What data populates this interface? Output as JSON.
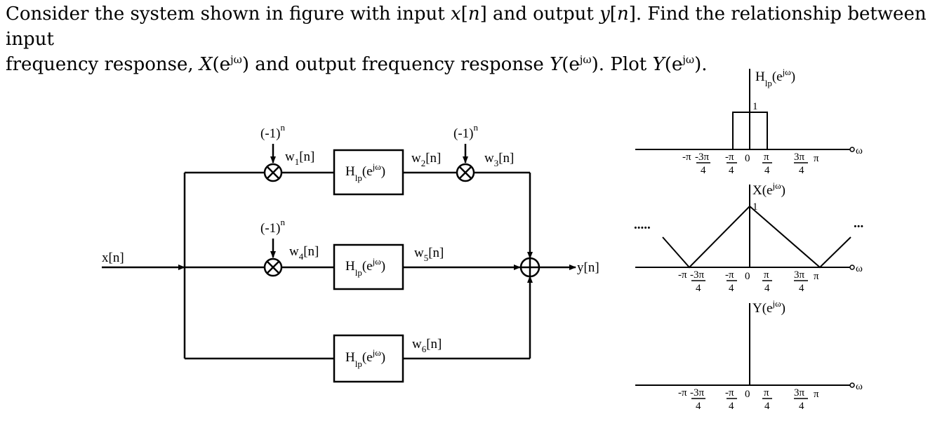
{
  "question": {
    "line1": [
      "Consider the system shown in figure with input ",
      "x",
      "[",
      "n",
      "] and output ",
      "y",
      "[",
      "n",
      "]. Find the relationship between input"
    ],
    "line2_a": "frequency response, ",
    "line2_X": "X",
    "line2_e": "(e",
    "line2_jw": "jω",
    "line2_b": ") and output frequency response ",
    "line2_Y": "Y",
    "line2_c": "). Plot ",
    "line2_d": ")."
  },
  "diagram": {
    "input_label": "x[n]",
    "output_label": "y[n]",
    "modulator": {
      "base": "(-1)",
      "exp": "n"
    },
    "filter": {
      "H": "H",
      "sub": "lp",
      "arg": "(e",
      "sup": "jω",
      "close": ")"
    },
    "signals": {
      "w1": {
        "w": "w",
        "sub": "1",
        "rest": "[n]"
      },
      "w2": {
        "w": "w",
        "sub": "2",
        "rest": "[n]"
      },
      "w3": {
        "w": "w",
        "sub": "3",
        "rest": "[n]"
      },
      "w4": {
        "w": "w",
        "sub": "4",
        "rest": "[n]"
      },
      "w5": {
        "w": "w",
        "sub": "5",
        "rest": "[n]"
      },
      "w6": {
        "w": "w",
        "sub": "6",
        "rest": "[n]"
      }
    }
  },
  "plots": {
    "freq_var": "ω",
    "ticks": {
      "neg_pi": "-π",
      "neg_3pi_num": "-3π",
      "neg_pi_num": "-π",
      "zero": "0",
      "pi_num": "π",
      "three_pi_num": "3π",
      "den": "4",
      "pi": "π"
    },
    "hlp": {
      "name": "H",
      "sub": "lp",
      "arg": "(e",
      "sup": "jω",
      "close": ")",
      "peak": "1"
    },
    "x": {
      "name": "X",
      "arg": "(e",
      "sup": "jω",
      "close": ")",
      "peak": "1",
      "dots_left": ".....",
      "dots_right": "..."
    },
    "y": {
      "name": "Y",
      "arg": "(e",
      "sup": "jω",
      "close": ")"
    }
  }
}
